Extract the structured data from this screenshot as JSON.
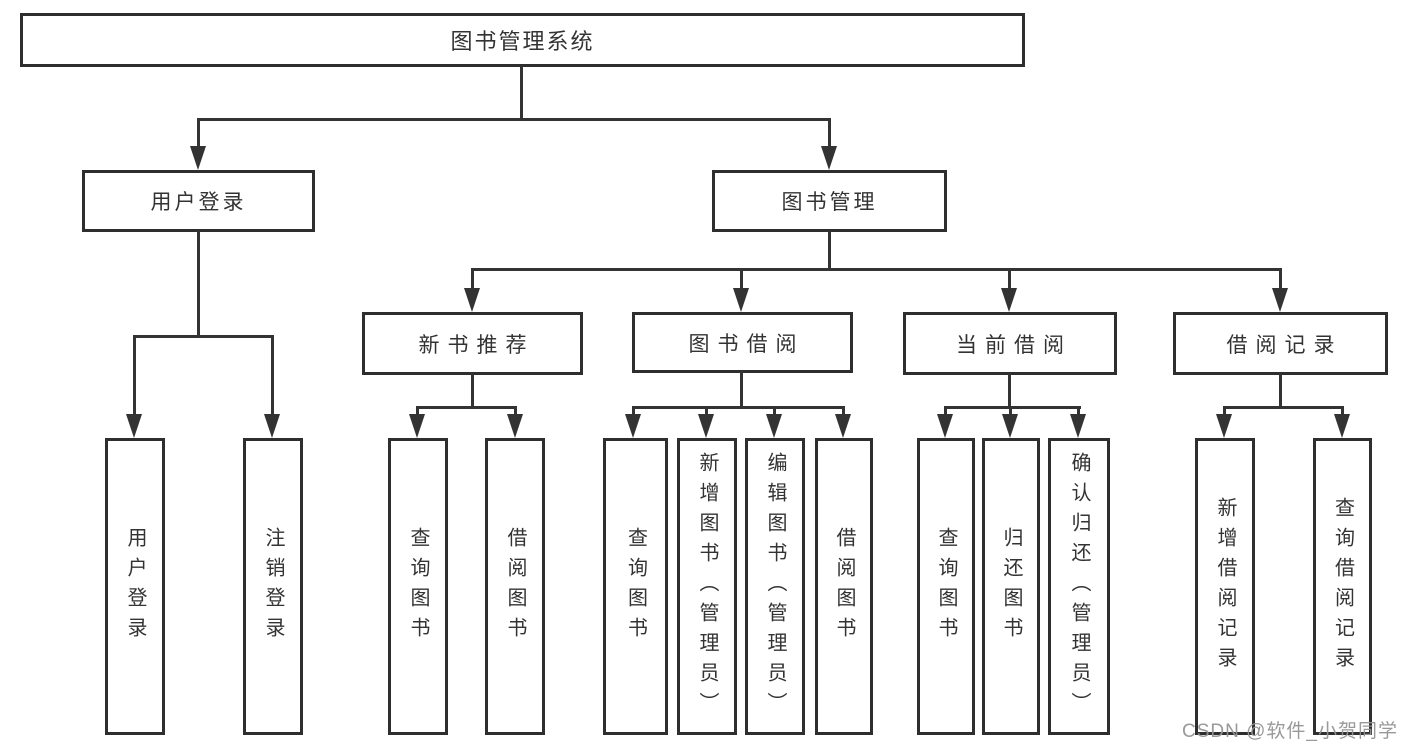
{
  "nodes": {
    "root": "图书管理系统",
    "l2": [
      "用户登录",
      "图书管理"
    ],
    "l3": [
      "新书推荐",
      "图书借阅",
      "当前借阅",
      "借阅记录"
    ],
    "leaves": [
      "用户登录",
      "注销登录",
      "查询图书",
      "借阅图书",
      "查询图书",
      "新增图书（管理员）",
      "编辑图书（管理员）",
      "借阅图书",
      "查询图书",
      "归还图书",
      "确认归还（管理员）",
      "新增借阅记录",
      "查询借阅记录"
    ]
  },
  "watermark": "CSDN @软件_小贺同学",
  "colors": {
    "line": "#333333",
    "box_border": "#2e2e2e",
    "text": "#333333",
    "background": "#ffffff",
    "watermark": "#949494"
  }
}
